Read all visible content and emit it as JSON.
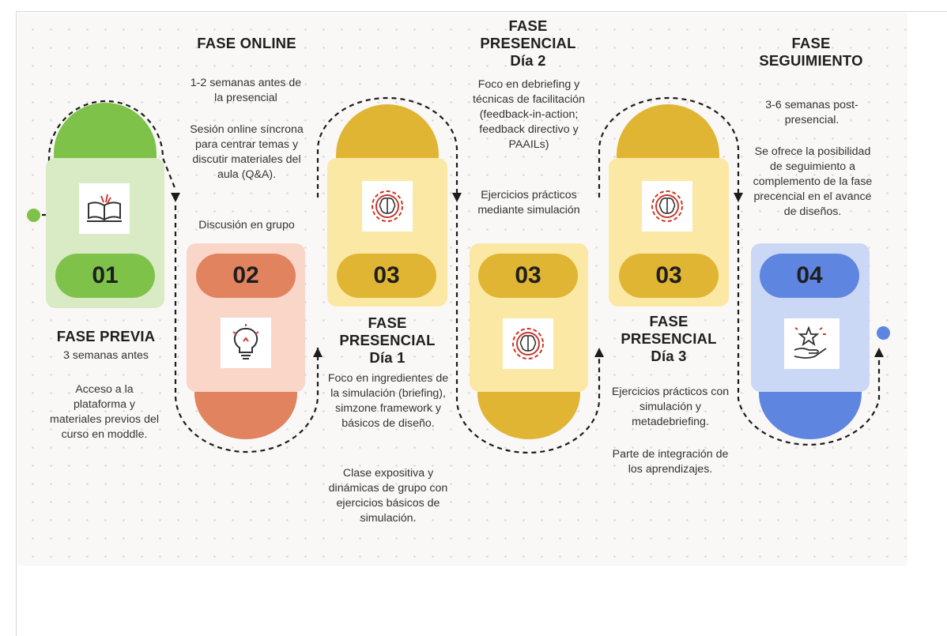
{
  "phases": [
    {
      "number": "01",
      "title": "FASE PREVIA",
      "subtitle": "3 semanas antes",
      "description": "Acceso a la plataforma y materiales previos del curso en moddle.",
      "icon": "open-book-icon"
    },
    {
      "number": "02",
      "title": "FASE ONLINE",
      "subtitle": "1-2 semanas antes de la presencial",
      "description": "Sesión online síncrona para centrar temas y discutir materiales del aula (Q&A).",
      "note": "Discusión en grupo",
      "icon": "lightbulb-icon"
    },
    {
      "number": "03",
      "title_line1": "FASE",
      "title_line2": "PRESENCIAL",
      "title_line3": "Día 1",
      "description": "Foco en ingredientes de la simulación (briefing), simzone framework y básicos de diseño.",
      "note": "Clase expositiva y dinámicas de grupo con ejercicios básicos de simulación.",
      "icon": "brain-gear-icon"
    },
    {
      "number": "03",
      "title_line1": "FASE",
      "title_line2": "PRESENCIAL",
      "title_line3": "Día 2",
      "description": "Foco en debriefing y técnicas de facilitación (feedback-in-action; feedback directivo y PAAILs)",
      "note": "Ejercicios prácticos mediante simulación",
      "icon": "brain-gear-icon"
    },
    {
      "number": "03",
      "title_line1": "FASE",
      "title_line2": "PRESENCIAL",
      "title_line3": "Día 3",
      "description": "Ejercicios prácticos con simulación y metadebriefing.",
      "note": "Parte de integración de los aprendizajes.",
      "icon": "brain-gear-icon"
    },
    {
      "number": "04",
      "title_line1": "FASE",
      "title_line2": "SEGUIMIENTO",
      "subtitle": "3-6 semanas post-presencial.",
      "description": "Se ofrece la posibilidad de seguimiento a complemento de la fase precencial en el avance de diseños.",
      "icon": "star-hand-icon"
    }
  ],
  "colors": {
    "phase1_cap": "#7ec24a",
    "phase1_card": "#d8ebc4",
    "phase1_pill": "#7ec24a",
    "phase2_cap": "#e1835f",
    "phase2_card": "#f9d6c8",
    "phase2_pill": "#e1835f",
    "phase3_cap": "#e0b534",
    "phase3_card": "#fbe8a5",
    "phase3_pill": "#e0b534",
    "phase4_cap": "#5e85e0",
    "phase4_card": "#cbd8f5",
    "phase4_pill": "#5e85e0"
  }
}
